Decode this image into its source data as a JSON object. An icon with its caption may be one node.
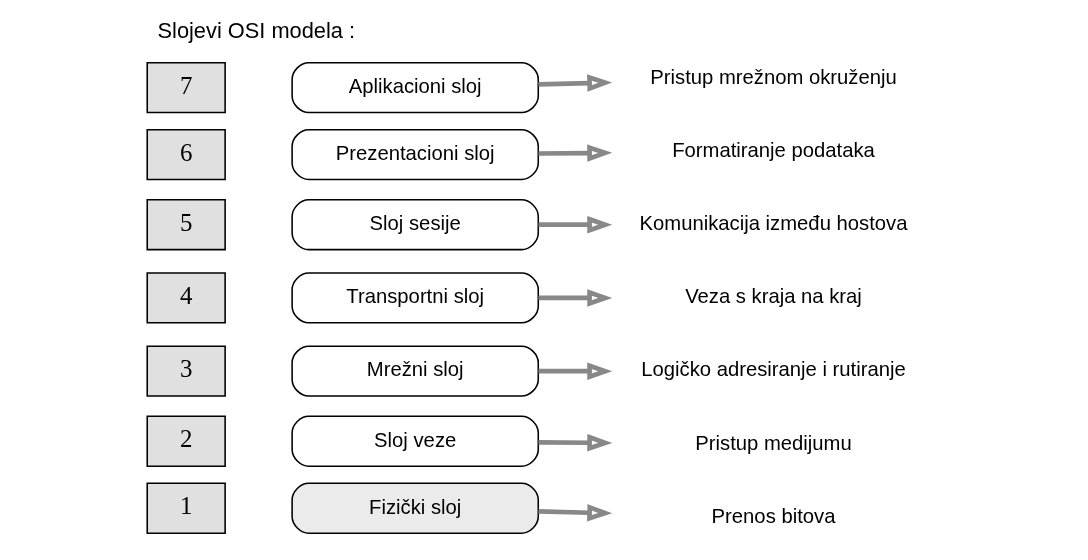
{
  "diagram": {
    "title": "Slojevi OSI modela :",
    "nodes": [
      {
        "text": [
          "7"
        ]
      },
      {
        "text": [
          "Aplikacioni sloj"
        ]
      },
      {
        "text": [
          "Pristup mrežnom okruženju"
        ]
      },
      {
        "text": [
          "6"
        ]
      },
      {
        "text": [
          "Prezentacioni sloj"
        ]
      },
      {
        "text": [
          "Formatiranje podataka"
        ]
      },
      {
        "text": [
          "5"
        ]
      },
      {
        "text": [
          "Sloj sesije"
        ]
      },
      {
        "text": [
          "Komunikacija između hostova"
        ]
      },
      {
        "text": [
          "4"
        ]
      },
      {
        "text": [
          "Transportni sloj"
        ]
      },
      {
        "text": [
          "Veza s kraja na kraj"
        ]
      },
      {
        "text": [
          "3"
        ]
      },
      {
        "text": [
          "Mrežni sloj"
        ]
      },
      {
        "text": [
          "Logičko adresiranje i rutiranje"
        ]
      },
      {
        "text": [
          "2"
        ]
      },
      {
        "text": [
          "Sloj veze"
        ]
      },
      {
        "text": [
          "Pristup medijumu"
        ]
      },
      {
        "text": [
          "1"
        ]
      },
      {
        "text": [
          "Fizički sloj"
        ]
      },
      {
        "text": [
          "Prenos bitova"
        ]
      }
    ],
    "edges": [
      {
        "from": 1,
        "to": 2,
        "arrow": "to"
      },
      {
        "from": 4,
        "to": 5,
        "arrow": "to"
      },
      {
        "from": 7,
        "to": 8,
        "arrow": "to"
      },
      {
        "from": 10,
        "to": 11,
        "arrow": "to"
      },
      {
        "from": 13,
        "to": 14,
        "arrow": "to"
      },
      {
        "from": 16,
        "to": 17,
        "arrow": "to"
      },
      {
        "from": 19,
        "to": 20,
        "arrow": "to"
      }
    ]
  }
}
